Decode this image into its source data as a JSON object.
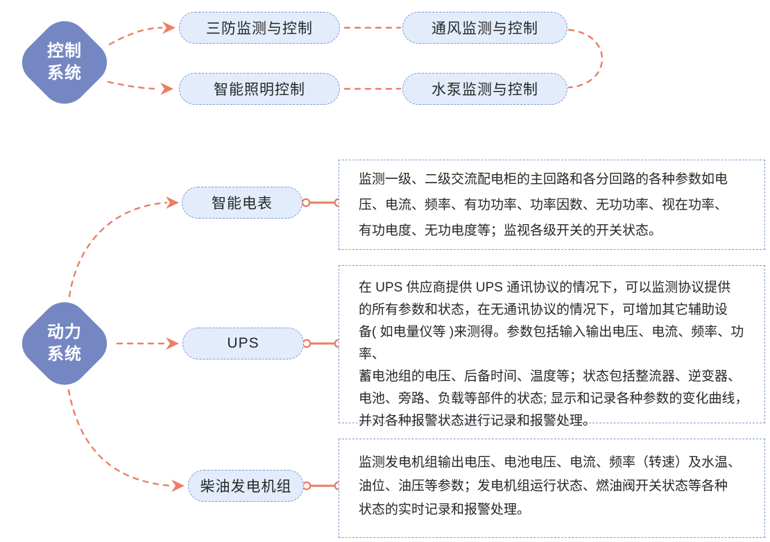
{
  "colors": {
    "accent": "#EA7E62",
    "node_fill": "#7487C2",
    "node_text": "#FFFFFF",
    "pill_bg": "#E2ECFB",
    "pill_border": "#7D97D3",
    "text_dark": "#262626"
  },
  "control_system": {
    "label": "控制\n系统",
    "branches": [
      {
        "label": "三防监测与控制"
      },
      {
        "label": "智能照明控制"
      },
      {
        "label": "通风监测与控制"
      },
      {
        "label": "水泵监测与控制"
      }
    ]
  },
  "power_system": {
    "label": "动力\n系统",
    "branches": [
      {
        "label": "智能电表",
        "description": "监测一级、二级交流配电柜的主回路和各分回路的各种参数如电\n压、电流、频率、有功功率、功率因数、无功功率、视在功率、\n有功电度、无功电度等；监视各级开关的开关状态。"
      },
      {
        "label": "UPS",
        "description": "在 UPS 供应商提供 UPS 通讯协议的情况下，可以监测协议提供\n的所有参数和状态，在无通讯协议的情况下，可增加其它辅助设\n备( 如电量仪等 )来测得。参数包括输入输出电压、电流、频率、功率、\n蓄电池组的电压、后备时间、温度等；状态包括整流器、逆变器、\n电池、旁路、负载等部件的状态; 显示和记录各种参数的变化曲线，\n并对各种报警状态进行记录和报警处理。"
      },
      {
        "label": "柴油发电机组",
        "description": "监测发电机组输出电压、电池电压、电流、频率（转速）及水温、\n油位、油压等参数；发电机组运行状态、燃油阀开关状态等各种\n状态的实时记录和报警处理。"
      }
    ]
  }
}
